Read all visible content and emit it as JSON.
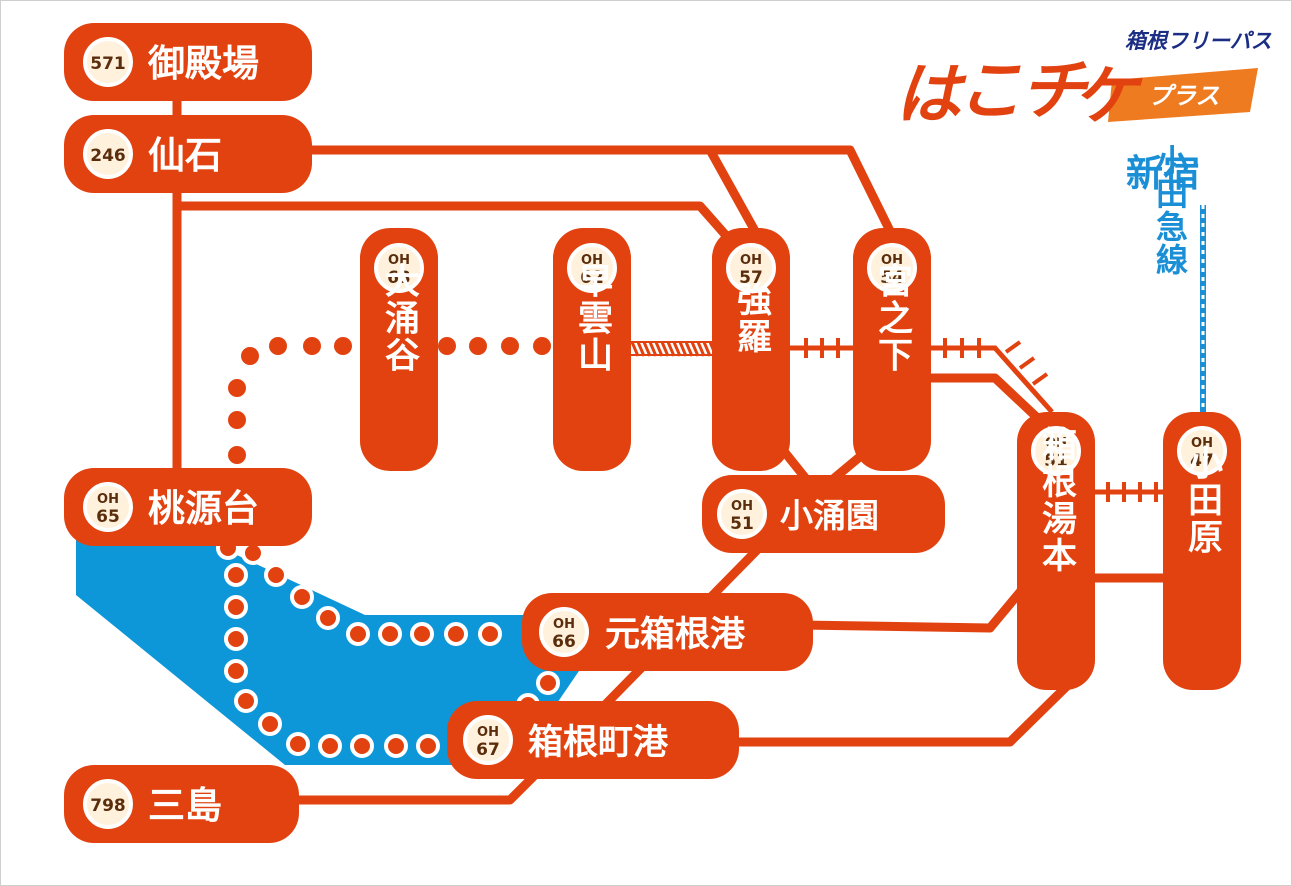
{
  "logo": {
    "subtitle": "箱根フリーパス",
    "main_chars": [
      "は",
      "こ",
      "チ",
      "ケ"
    ],
    "plus": "プラス"
  },
  "colors": {
    "line_red": "#e2420f",
    "lake_blue": "#0e97d8",
    "odakyu_blue": "#1a8fd6",
    "badge_fill": "#fff1dc",
    "badge_text": "#5a2d0c"
  },
  "stations": {
    "gotemba": {
      "code": "571",
      "name": "御殿場"
    },
    "sengoku": {
      "code": "246",
      "name": "仙石"
    },
    "togendai": {
      "code_top": "OH",
      "code_num": "65",
      "name": "桃源台"
    },
    "mishima": {
      "code": "798",
      "name": "三島"
    },
    "owakudani": {
      "code_top": "OH",
      "code_num": "63",
      "name": "大涌谷"
    },
    "sounzan": {
      "code_top": "OH",
      "code_num": "62",
      "name": "早雲山"
    },
    "gora": {
      "code_top": "OH",
      "code_num": "57",
      "name": "強羅"
    },
    "miyanoshita": {
      "code_top": "OH",
      "code_num": "54",
      "name": "宮之下"
    },
    "kowakien": {
      "code_top": "OH",
      "code_num": "51",
      "name": "小涌園"
    },
    "motohakone": {
      "code_top": "OH",
      "code_num": "66",
      "name": "元箱根港"
    },
    "hakonemachi": {
      "code_top": "OH",
      "code_num": "67",
      "name": "箱根町港"
    },
    "yumoto": {
      "code_top": "OH",
      "code_num": "51",
      "name": "箱根湯本"
    },
    "odawara": {
      "code_top": "OH",
      "code_num": "47",
      "name": "小田原"
    }
  },
  "odakyu": {
    "terminal": "新宿",
    "line": "小田急線"
  }
}
